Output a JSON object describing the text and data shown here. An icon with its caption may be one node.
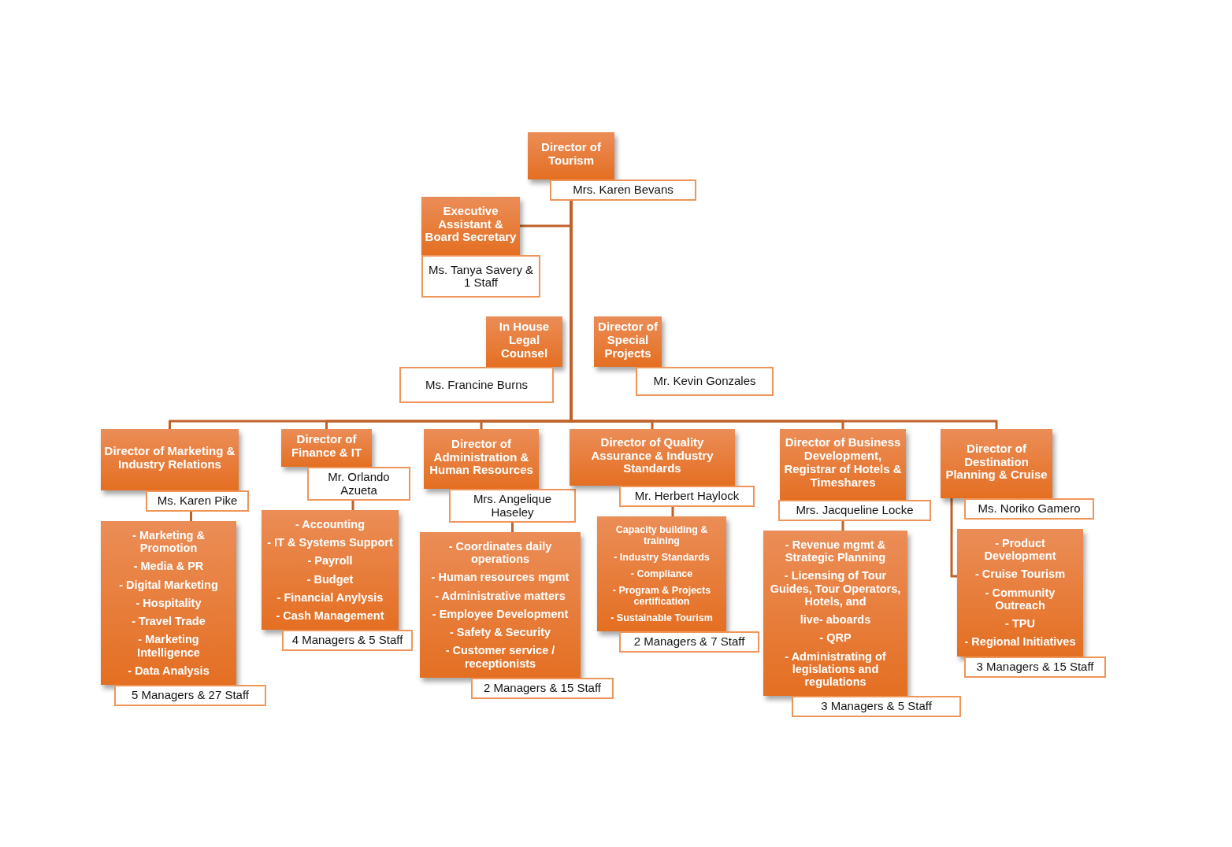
{
  "diagram": {
    "nodes": [
      {
        "text": [
          "Director of Tourism"
        ]
      },
      {
        "text": [
          "Mrs. Karen Bevans"
        ]
      },
      {
        "text": [
          "Executive Assistant & Board Secretary"
        ]
      },
      {
        "text": [
          "Ms. Tanya Savery & 1 Staff"
        ]
      },
      {
        "text": [
          "In House Legal Counsel"
        ]
      },
      {
        "text": [
          "Ms. Francine Burns"
        ]
      },
      {
        "text": [
          "Director of Special Projects"
        ]
      },
      {
        "text": [
          "Mr. Kevin Gonzales"
        ]
      },
      {
        "text": [
          "Director of Marketing & Industry Relations"
        ]
      },
      {
        "text": [
          "Ms. Karen Pike"
        ]
      },
      {
        "text": [
          "- Marketing & Promotion",
          "- Media & PR",
          "- Digital Marketing",
          "- Hospitality",
          "- Travel Trade",
          "- Marketing Intelligence",
          "- Data Analysis"
        ]
      },
      {
        "text": [
          "5 Managers & 27 Staff"
        ]
      },
      {
        "text": [
          "Director of Finance & IT"
        ]
      },
      {
        "text": [
          "Mr. Orlando Azueta"
        ]
      },
      {
        "text": [
          "- Accounting",
          "- IT & Systems Support",
          "- Payroll",
          "- Budget",
          "- Financial Anylysis",
          "- Cash Management"
        ]
      },
      {
        "text": [
          "4 Managers & 5 Staff"
        ]
      },
      {
        "text": [
          "Director of Administration & Human Resources"
        ]
      },
      {
        "text": [
          "Mrs. Angelique Haseley"
        ]
      },
      {
        "text": [
          "- Coordinates daily operations",
          "- Human resources mgmt",
          "- Administrative matters",
          "- Employee Development",
          "- Safety & Security",
          "- Customer service / receptionists"
        ]
      },
      {
        "text": [
          "2 Managers & 15 Staff"
        ]
      },
      {
        "text": [
          "Director of Quality Assurance & Industry Standards"
        ]
      },
      {
        "text": [
          "Mr. Herbert Haylock"
        ]
      },
      {
        "text": [
          "Capacity building & training",
          "- Industry Standards",
          "- Compliance",
          "- Program & Projects certification",
          "- Sustainable Tourism"
        ]
      },
      {
        "text": [
          "2 Managers & 7 Staff"
        ]
      },
      {
        "text": [
          "Director of Business Development, Registrar of Hotels & Timeshares"
        ]
      },
      {
        "text": [
          "Mrs. Jacqueline Locke"
        ]
      },
      {
        "text": [
          "- Revenue mgmt & Strategic Planning",
          "- Licensing of Tour Guides, Tour Operators, Hotels, and",
          "live- aboards",
          "- QRP",
          "- Administrating of legislations and regulations"
        ]
      },
      {
        "text": [
          "3 Managers & 5 Staff"
        ]
      },
      {
        "text": [
          "Director of Destination Planning & Cruise"
        ]
      },
      {
        "text": [
          "Ms. Noriko Gamero"
        ]
      },
      {
        "text": [
          "- Product Development",
          "- Cruise Tourism",
          "- Community Outreach",
          "- TPU",
          "- Regional Initiatives"
        ]
      },
      {
        "text": [
          "3 Managers & 15 Staff"
        ]
      }
    ],
    "edges": [
      {
        "from": 1,
        "to": 2,
        "arrow": "none"
      },
      {
        "from": 1,
        "to": 8,
        "arrow": "none"
      },
      {
        "from": 1,
        "to": 12,
        "arrow": "none"
      },
      {
        "from": 1,
        "to": 16,
        "arrow": "none"
      },
      {
        "from": 1,
        "to": 20,
        "arrow": "none"
      },
      {
        "from": 1,
        "to": 24,
        "arrow": "none"
      },
      {
        "from": 1,
        "to": 28,
        "arrow": "none"
      },
      {
        "from": 9,
        "to": 10,
        "arrow": "none"
      },
      {
        "from": 13,
        "to": 14,
        "arrow": "none"
      },
      {
        "from": 17,
        "to": 18,
        "arrow": "none"
      },
      {
        "from": 21,
        "to": 22,
        "arrow": "none"
      },
      {
        "from": 25,
        "to": 26,
        "arrow": "none"
      },
      {
        "from": 28,
        "to": 30,
        "arrow": "none"
      }
    ]
  }
}
